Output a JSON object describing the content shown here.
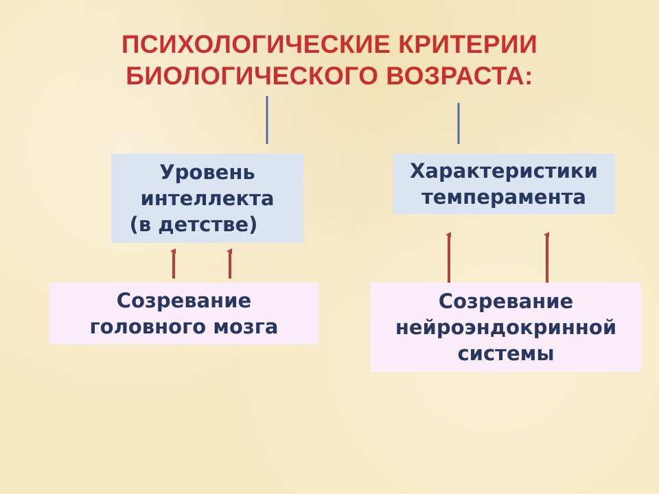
{
  "title": {
    "line1": "ПСИХОЛОГИЧЕСКИЕ КРИТЕРИИ",
    "line2": "БИОЛОГИЧЕСКОГО ВОЗРАСТА:"
  },
  "boxes": {
    "intellect": {
      "lines": [
        "Уровень",
        "интеллекта",
        "(в детстве)"
      ]
    },
    "temperament": {
      "lines": [
        "Характеристики",
        "темперамента"
      ]
    },
    "brain": {
      "lines": [
        "Созревание",
        "головного мозга"
      ]
    },
    "neuro": {
      "lines": [
        "Созревание",
        "нейроэндокринной",
        "системы"
      ]
    }
  },
  "colors": {
    "title": "#c8302f",
    "box_text": "#27375f",
    "top_box_fill": "#dbe5f1",
    "bottom_box_fill": "#fbeefa",
    "connector_line": "#4f6fa8",
    "arrow": "#b5413f",
    "background": "#f7e9c4"
  }
}
